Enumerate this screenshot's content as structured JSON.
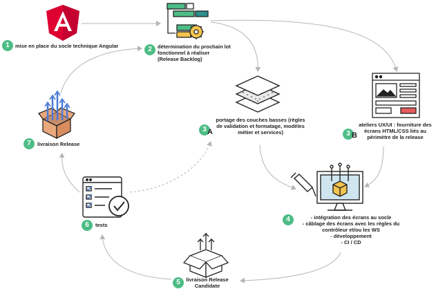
{
  "steps": {
    "s1": {
      "num": "1",
      "text": "mise en place du socle technique Angular"
    },
    "s2": {
      "num": "2",
      "lines": [
        "détermination du prochain lot",
        "fonctionnel à réaliser",
        "(Release Backlog)"
      ]
    },
    "s3a": {
      "num": "3",
      "letter": "A",
      "lines": [
        "portage des couches basses (règles",
        "de validation et formatage, modèles",
        "métier et services)"
      ]
    },
    "s3b": {
      "num": "3",
      "letter": "B",
      "lines": [
        "ateliers UX/UI : fourniture des",
        "écrans HTML/CSS liés au",
        "périmètre de la release"
      ]
    },
    "s4": {
      "num": "4",
      "lines": [
        "- intégration des écrans au socle",
        "- câblage des écrans avec les règles du",
        "contrôleur et/ou les WS",
        "- développement",
        "- CI / CD"
      ]
    },
    "s5": {
      "num": "5",
      "lines": [
        "livraison Release",
        "Candidate"
      ]
    },
    "s6": {
      "num": "6",
      "text": "tests"
    },
    "s7": {
      "num": "7",
      "text": "livraison Release"
    }
  },
  "icons": [
    "angular-logo-icon",
    "backlog-gear-icon",
    "layers-icon",
    "wireframe-icon",
    "monitor-cube-icon",
    "open-box-icon",
    "checklist-icon",
    "release-box-icon"
  ],
  "colors": {
    "accent": "#4dbd85",
    "angular_red": "#dd0031",
    "angular_dark": "#c3002f",
    "arrow": "#b5b5b5",
    "box_orange": "#e9a77c",
    "box_dark": "#9b5b3f",
    "arrow_blue": "#4a7ad6"
  }
}
